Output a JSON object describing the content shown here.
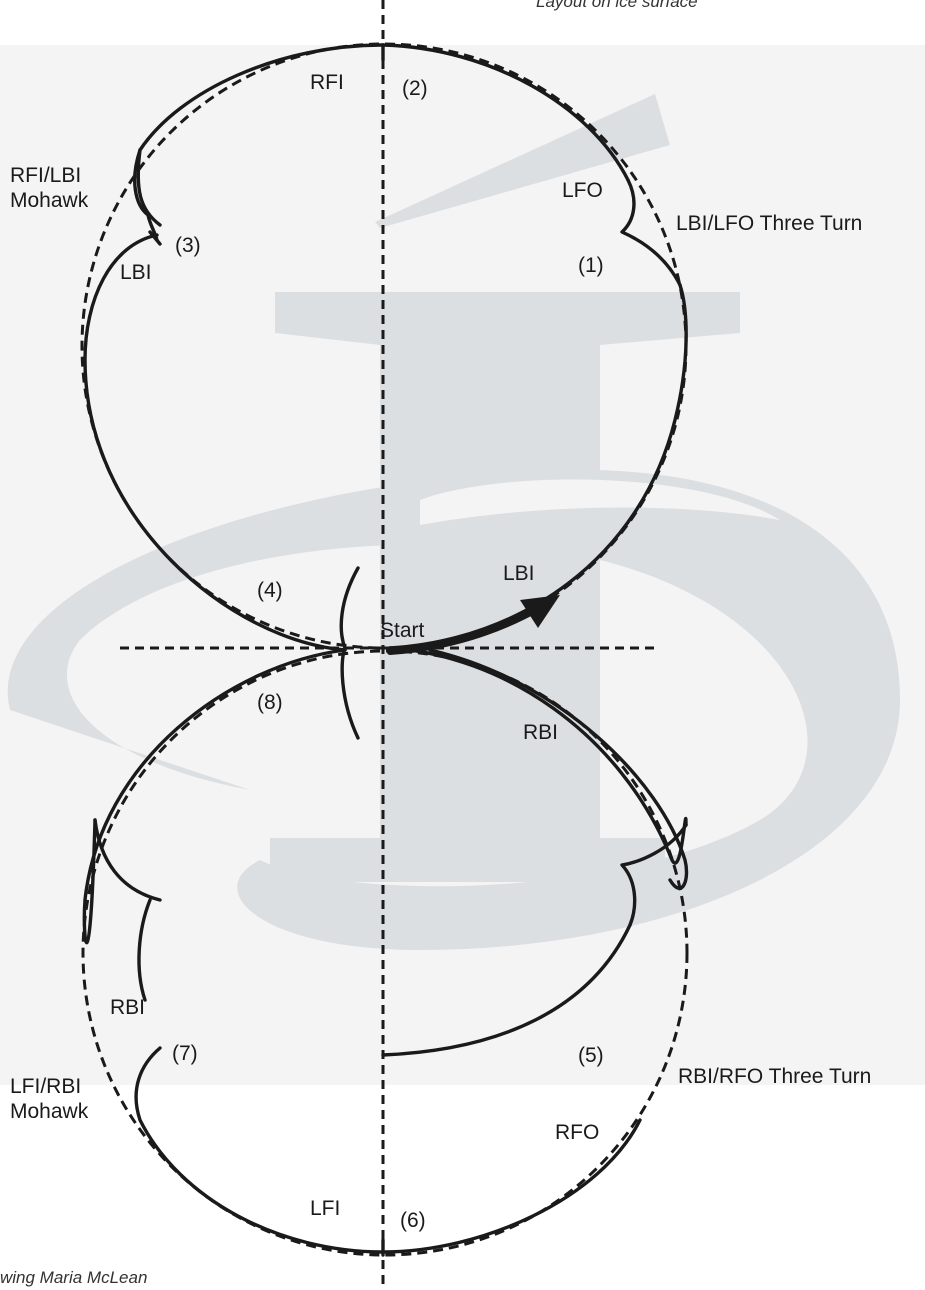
{
  "caption_top": "Layout on ice surface",
  "caption_bottom": "wing Maria McLean",
  "labels": {
    "rfi_top": "RFI",
    "num2": "(2)",
    "rfi_lbi_mohawk_line1": "RFI/LBI",
    "rfi_lbi_mohawk_line2": "Mohawk",
    "lfo_top": "LFO",
    "lbi_lfo_three_turn": "LBI/LFO Three Turn",
    "num3": "(3)",
    "lbi_left": "LBI",
    "num1": "(1)",
    "num4": "(4)",
    "lbi_arrow": "LBI",
    "start": "Start",
    "num8": "(8)",
    "rbi_mid": "RBI",
    "rbi_left": "RBI",
    "num7": "(7)",
    "lfi_rbi_mohawk_line1": "LFI/RBI",
    "lfi_rbi_mohawk_line2": "Mohawk",
    "num5": "(5)",
    "rbi_rfo_three_turn": "RBI/RFO Three Turn",
    "rfo_bottom": "RFO",
    "lfi_bottom": "LFI",
    "num6": "(6)"
  },
  "colors": {
    "watermark": "#dcdfe2",
    "panel": "#f3f3f3",
    "stroke": "#1a1a1a"
  }
}
